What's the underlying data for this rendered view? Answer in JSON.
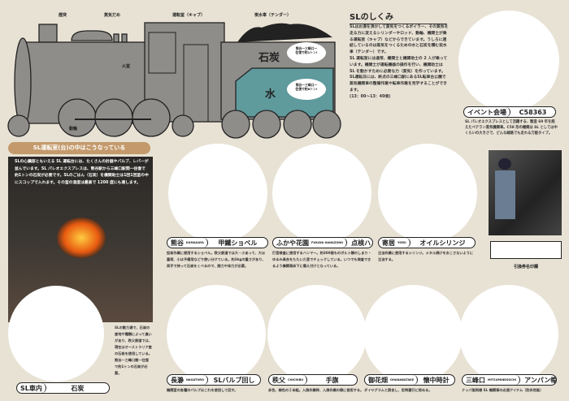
{
  "loco": {
    "parts": [
      "煙突",
      "蒸気だめ",
      "運転室（キャブ）",
      "炭水車（テンダー）",
      "火室",
      "動輪"
    ],
    "coal": "石炭",
    "water": "水",
    "coal_note": "熊谷〜三峰口一往復で約1トン!",
    "water_note": "熊谷〜三峰口一往復で約8トン!",
    "colors": {
      "body": "#8f8d8a",
      "water": "#5f9a9c"
    }
  },
  "mechanism": {
    "title": "SLのしくみ",
    "paragraphs": [
      "SLはお湯を沸かして蒸気をつくるボイラー、その蒸気を走る力に変えるシリンダーやロッド、動輪、機関士が乗る運転室（キャブ）などからできています。うしろに連結しているのは蒸気をつくるための水と石炭を積む炭水車（テンダー）です。",
      "SL 運転室には通常、機関士と機関助士の 2 人が乗っています。機関士が運転機器の操作を行い、機関助士は SL を動かすために必要な力（蒸気）を作っています。",
      "SL運転日には、終点の三峰口駅にあるSL転車台公園で蒸気機関車の整備作業や転車作業を見学することができます。",
      "(13：00〜13：40頃)"
    ]
  },
  "event": {
    "label": "イベント会場",
    "name": "C58363",
    "desc": "SL パレオエクスプレスとして活躍する、製造 69 年を超えたベテラン蒸気機関車。C58 形の機関は SL としては中くらいの大きさで、どんな線路でも走れる万能タイプ。"
  },
  "cab": {
    "title": "SL運転室(台)の中はこうなっている",
    "text": "SLの心臓部ともいえる SL 運転台には、たくさんの計器やバルブ、レバーが並んでいます。SL パレオエクスプレスは、熊谷駅から三峰口駅間一往復で約1トンの石炭が必要です。SLのごはん（石炭）を機関助士は1回1回釜の中にスコップで入れます。その釜の温度は最高で 1200 度にも達します。"
  },
  "coal_item": {
    "station": "SL車内",
    "item": "石炭",
    "text": "SLの動力源で、石炭の産地や種類によって違いがあり、秩父鉄道では、現在はオーストラリア産の石炭を使用している。熊谷〜三峰口間一往復で約1トンの石炭が必要。"
  },
  "stamp_caption": "引換券名印欄",
  "items": [
    {
      "station": "熊谷",
      "roman": "KUMAGAYA",
      "item": "甲鐵ショベル",
      "text": "投炭作業に使用するショベル。秩父鉄道では大・小あって、大は重荷、小は予備用などで使い分けている。約3kgの重さがあり、両手で持って石炭をくべるので、腕力や体力が必要。"
    },
    {
      "station": "ふかや花園",
      "roman": "FUKAYA HANAZONO",
      "item": "点検ハンマー",
      "text": "打音検査に使用するハンマー。約300個ものボルト類のしまり・ゆるみ具合をたたいた音でチェックしている。いつでも検査できるよう機関車床下に備え付けとなっている。"
    },
    {
      "station": "寄居",
      "roman": "YORII",
      "item": "オイルシリンジ",
      "text": "注油作業に使用するシリンジ。メタル焼けをおこさないように注油する。"
    },
    {
      "station": "長瀞",
      "roman": "NAGATORO",
      "item": "SLバルブ回し",
      "text": "機関室の各種のバルブはこれを使用して回す。"
    },
    {
      "station": "秩父",
      "roman": "CHICHIBU",
      "item": "手旗",
      "text": "赤色、緑色の２本組。入換作業時、入換作業の際に使用する。"
    },
    {
      "station": "御花畑",
      "roman": "OHANABATAKE",
      "item": "懐中時計",
      "text": "ダイヤグラムと照合し、定時運行に努める。"
    },
    {
      "station": "三峰口",
      "roman": "MITSUMINEGUCHI",
      "item": "アンパン帽子",
      "text": "ナッパ服同様 SL 機関車の必須アイテム（防炎性能）"
    }
  ]
}
